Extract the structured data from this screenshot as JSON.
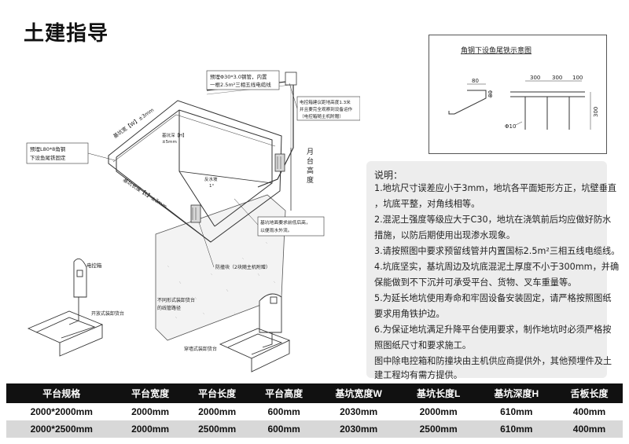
{
  "page_title": "土建指导",
  "drawing": {
    "callout_conduit": [
      "预埋Φ30*3.0钢管，内置",
      "一根2.5m²三相五线电缆线"
    ],
    "callout_control_box": [
      "电控箱建议距地高度1.3米",
      "并且要完全观察到设备运作",
      "（电控箱随主机附赠）"
    ],
    "callout_angle_iron": [
      "预埋L80*8角钢",
      "下设鱼尾铁固定"
    ],
    "label_width": "基坑宽【W】±3mm",
    "label_length": "基坑长度【L】±3mm",
    "label_depth": [
      "基坑深【H】",
      "±5mm"
    ],
    "label_slope": [
      "反水坡",
      "1°"
    ],
    "callout_floor": [
      "基坑地面要求前低后高，",
      "以便雨水外流。"
    ],
    "label_dock_height": [
      "月",
      "台",
      "高",
      "度"
    ],
    "callout_bumper": "防撞块（2块随主机附赠）",
    "label_control_box": "电控箱",
    "label_open_type": "开放式装卸货台",
    "label_other_type": [
      "不同形式装卸货台",
      "的线管路径"
    ],
    "label_wall_type": "穿墙式装卸货台"
  },
  "detail": {
    "title": "角钢下设鱼尾铁示意图",
    "dims": [
      "80",
      "80",
      "300",
      "300",
      "100",
      "Φ10",
      "300"
    ]
  },
  "notes": {
    "heading": "说明：",
    "lines": [
      "1.地坑尺寸误差应小于3mm，地坑各平面矩形方正，坑壁垂直",
      "，坑底平整，对角线相等。",
      "2.混泥土强度等级应大于C30，地坑在浇筑前后均应做好防水",
      "措施，以防后期使用出现渗水现象。",
      "3.请按照图中要求预留线管并内置国标2.5m²三相五线电缆线。",
      "4.坑底坚实，基坑周边及坑底混泥土厚度不小于300mm，并确",
      "保能做到不下沉并可承受平台、货物、叉车重量等。",
      "5.为延长地坑使用寿命和牢固设备安装固定，请严格按照图纸",
      "要求用角铁护边。",
      "6.为保证地坑满足升降平台使用要求，制作地坑时必须严格按",
      "照图纸尺寸和要求施工。",
      "图中除电控箱和防撞块由主机供应商提供外，其他预埋件及土",
      "建工程均有需方提供。"
    ]
  },
  "table": {
    "headers": [
      "平台规格",
      "平台宽度",
      "平台长度",
      "平台高度",
      "基坑宽度W",
      "基坑长度L",
      "基坑深度H",
      "舌板长度"
    ],
    "rows": [
      [
        "2000*2000mm",
        "2000mm",
        "2000mm",
        "600mm",
        "2030mm",
        "2000mm",
        "610mm",
        "400mm"
      ],
      [
        "2000*2500mm",
        "2000mm",
        "2500mm",
        "600mm",
        "2030mm",
        "2500mm",
        "610mm",
        "400mm"
      ]
    ]
  }
}
